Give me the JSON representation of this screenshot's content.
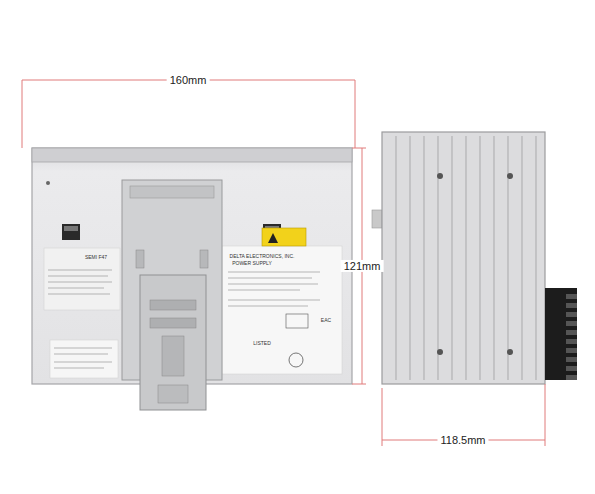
{
  "diagram": {
    "labels": [
      "160mm",
      "121mm",
      "118.5mm",
      "DELTA ELECTRONICS, INC.",
      "POWER SUPPLY",
      "SEMI F47",
      "EAC",
      "LISTED"
    ]
  }
}
